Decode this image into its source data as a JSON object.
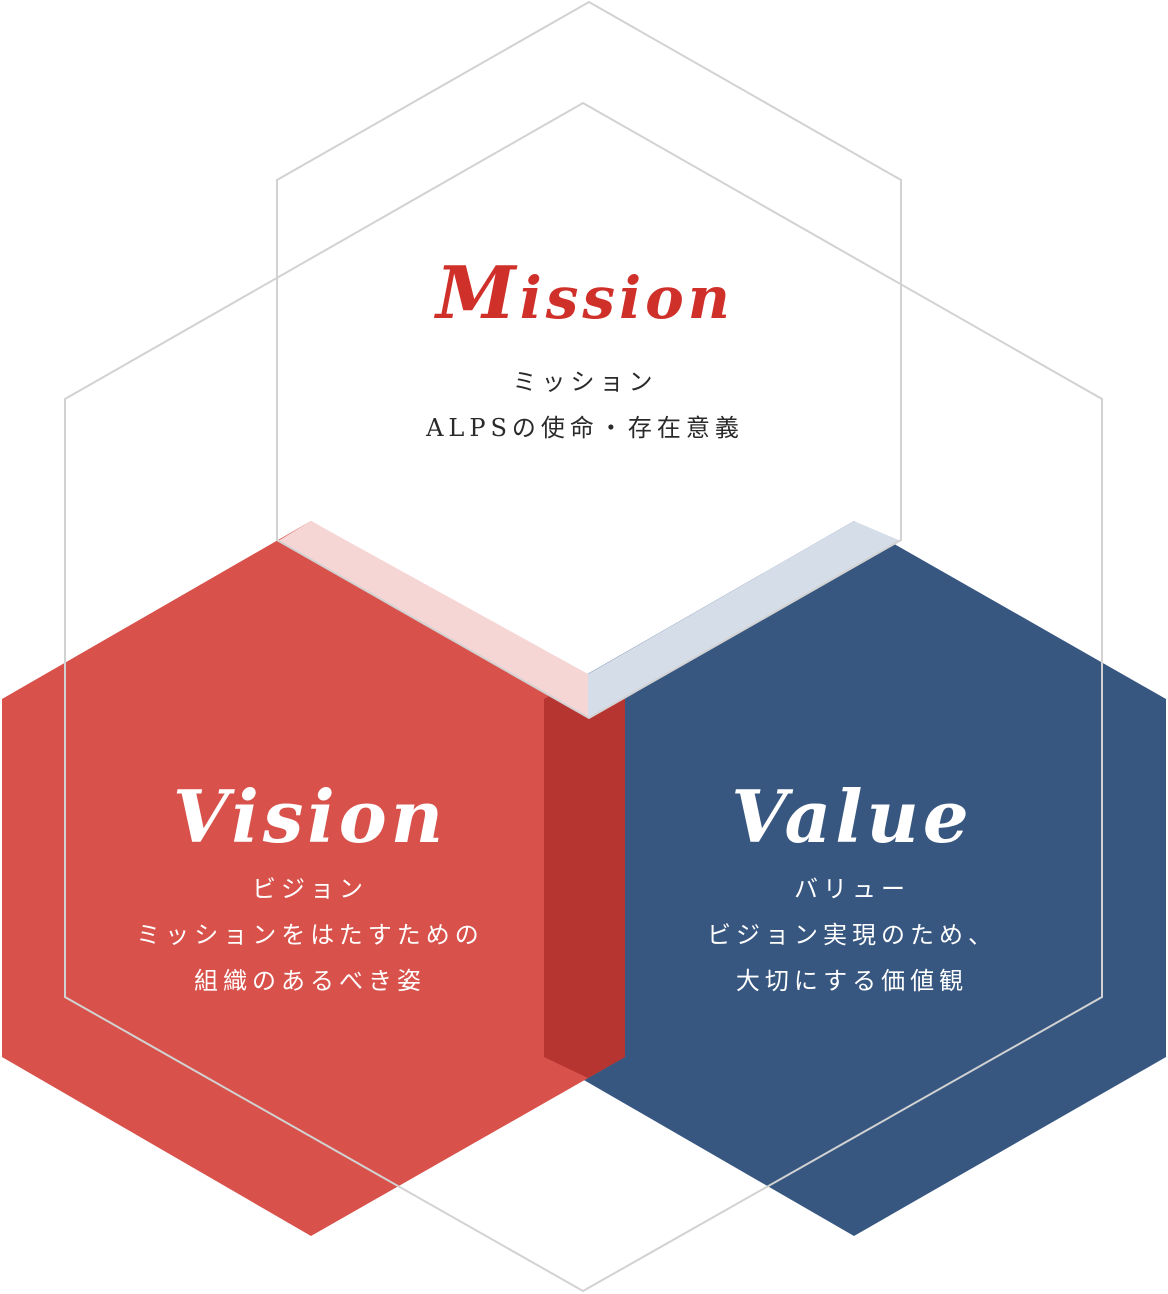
{
  "mission": {
    "title_initial": "M",
    "title_rest": "ission",
    "lines": [
      "ミッション",
      "ALPSの使命・存在意義"
    ]
  },
  "vision": {
    "title": "Vision",
    "lines": [
      "ビジョン",
      "ミッションをはたすための",
      "組織のあるべき姿"
    ]
  },
  "value": {
    "title": "Value",
    "lines": [
      "バリュー",
      "ビジョン実現のため、",
      "大切にする価値観"
    ]
  },
  "colors": {
    "red": "#d8514a",
    "navy": "#375781",
    "mission_title": "#d0302a",
    "outline": "#d2d2d2",
    "overlap_red_navy": "#b63531",
    "overlap_red_light": "#f6d6d5",
    "overlap_navy_light": "#d5dde8"
  }
}
